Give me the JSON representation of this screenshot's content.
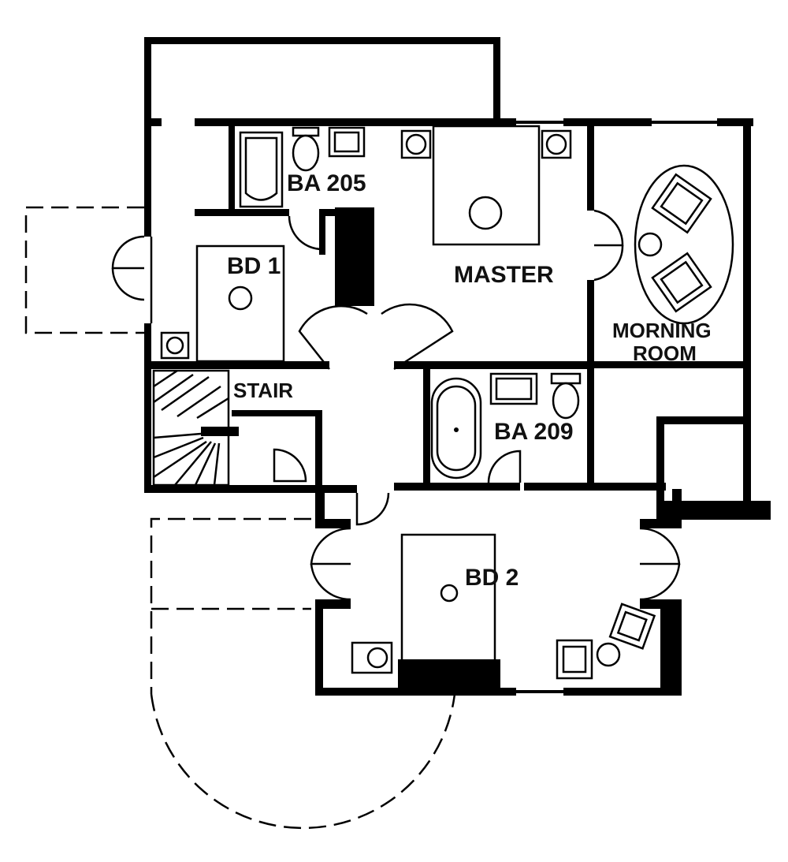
{
  "rooms": {
    "bath_205": "BA 205",
    "bedroom_1": "BD 1",
    "master": "MASTER",
    "morning_room_line1": "MORNING",
    "morning_room_line2": "ROOM",
    "stair": "STAIR",
    "bath_209": "BA 209",
    "bedroom_2": "BD 2"
  },
  "colors": {
    "wall": "#000000",
    "background": "#ffffff"
  }
}
